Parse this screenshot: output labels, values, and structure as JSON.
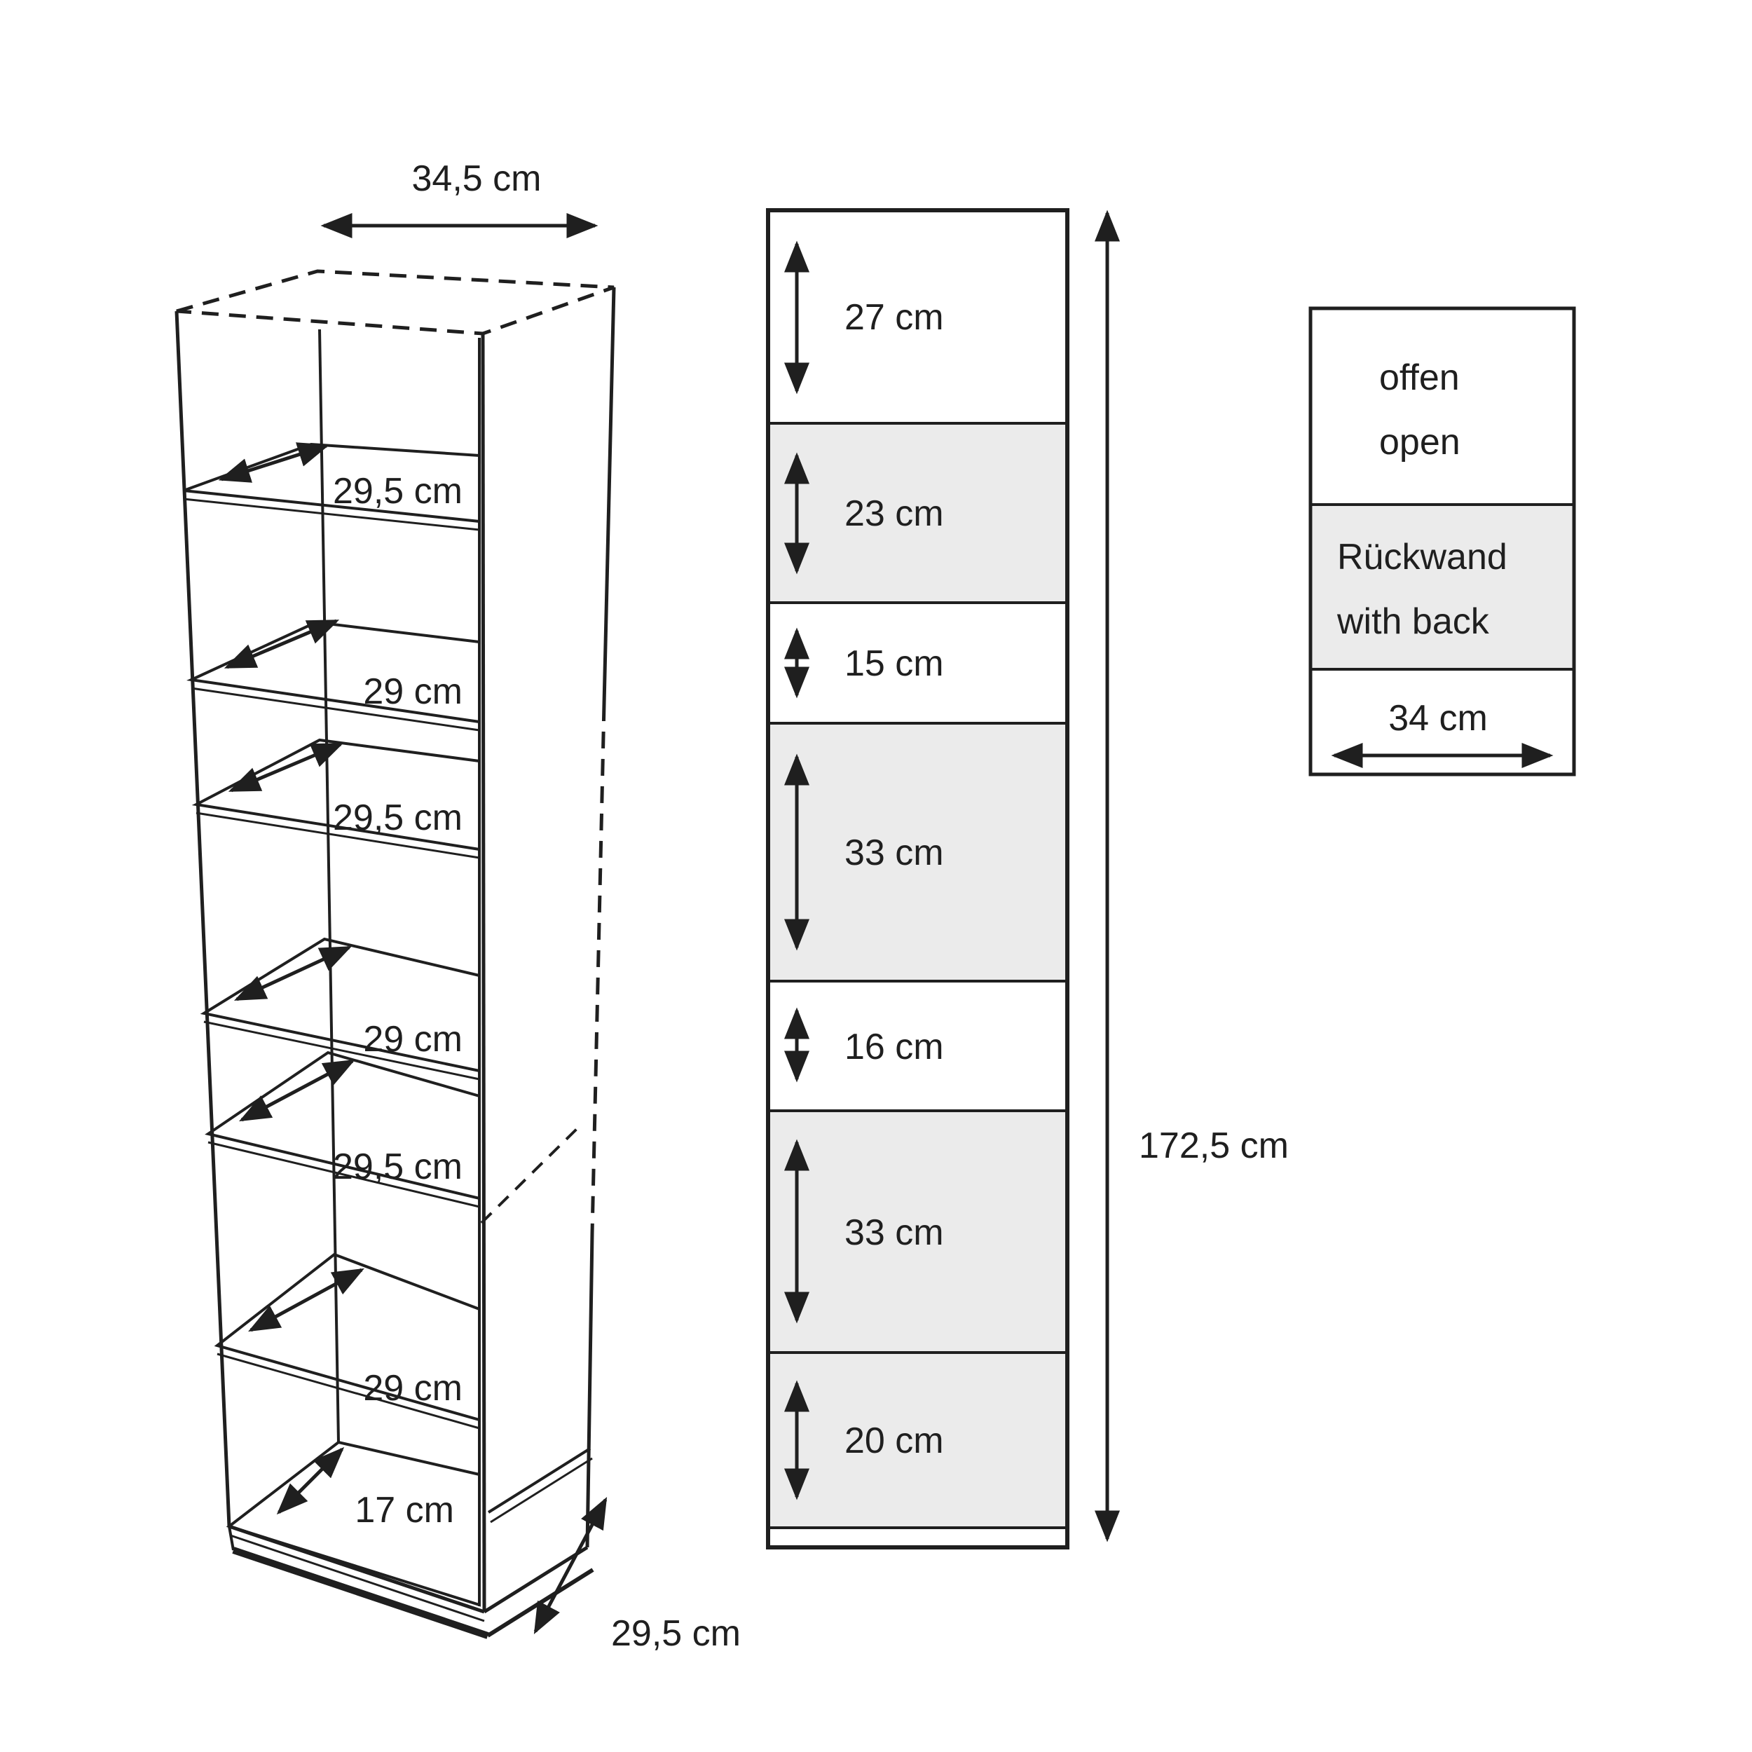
{
  "perspective_view": {
    "top_width_label": "34,5 cm",
    "depth_label": "29,5 cm",
    "shelves": [
      {
        "label": "29,5 cm"
      },
      {
        "label": "29 cm"
      },
      {
        "label": "29,5 cm"
      },
      {
        "label": "29 cm"
      },
      {
        "label": "29,5 cm"
      },
      {
        "label": "29 cm"
      },
      {
        "label": "17 cm"
      }
    ]
  },
  "front_elevation": {
    "total_height_label": "172,5 cm",
    "compartments": [
      {
        "label": "27 cm",
        "type": "open"
      },
      {
        "label": "23 cm",
        "type": "back"
      },
      {
        "label": "15 cm",
        "type": "open"
      },
      {
        "label": "33 cm",
        "type": "back"
      },
      {
        "label": "16 cm",
        "type": "open"
      },
      {
        "label": "33 cm",
        "type": "back"
      },
      {
        "label": "20 cm",
        "type": "back"
      }
    ]
  },
  "legend": {
    "open_label_de": "offen",
    "open_label_en": "open",
    "back_label_de": "Rückwand",
    "back_label_en": "with back",
    "width_label": "34 cm"
  },
  "colors": {
    "line": "#1f1f1f",
    "back_panel_fill": "#ebebeb",
    "open_fill": "#ffffff",
    "background": "#ffffff"
  }
}
